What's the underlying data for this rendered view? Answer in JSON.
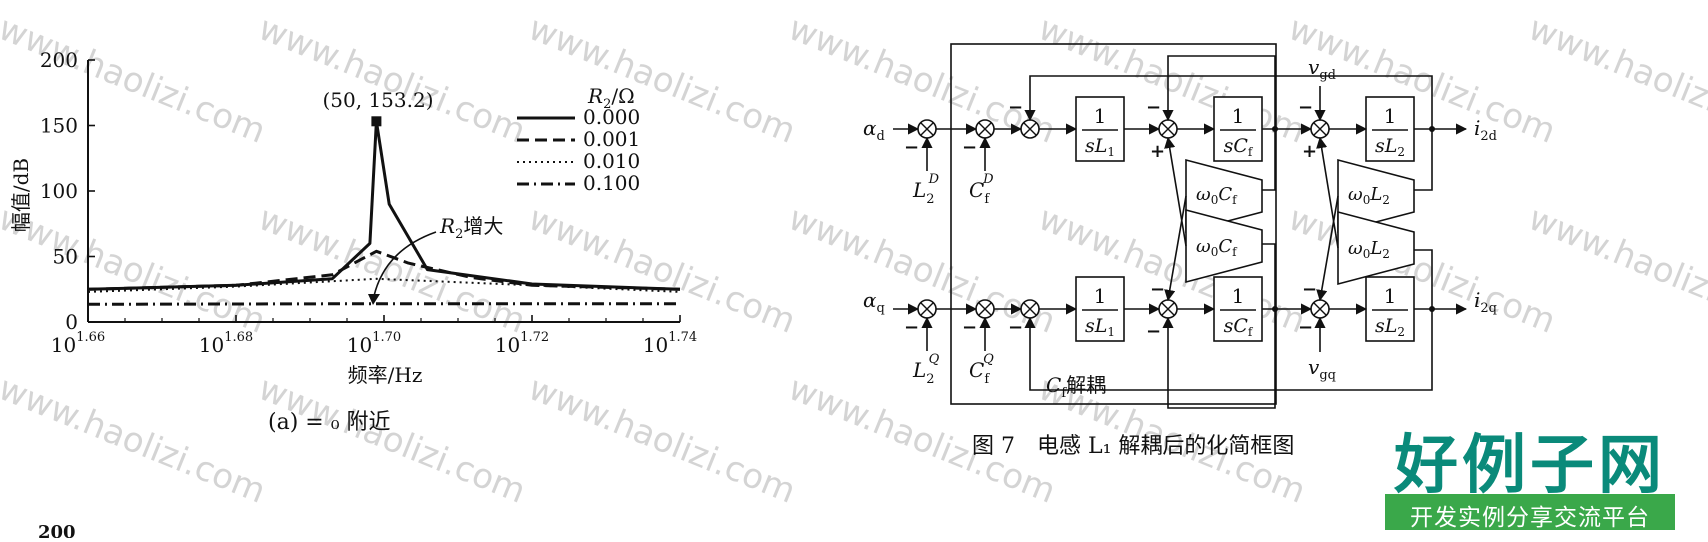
{
  "left_chart": {
    "y_axis_label": "幅值/dB",
    "x_axis_label": "频率/Hz",
    "y_ticks": [
      "0",
      "50",
      "100",
      "150",
      "200"
    ],
    "x_ticks": [
      {
        "base": "10",
        "exp": "1.66"
      },
      {
        "base": "10",
        "exp": "1.68"
      },
      {
        "base": "10",
        "exp": "1.70"
      },
      {
        "base": "10",
        "exp": "1.72"
      },
      {
        "base": "10",
        "exp": "1.74"
      }
    ],
    "peak_label": "(50, 153.2)",
    "legend_title_main": "R",
    "legend_title_sub": "2",
    "legend_title_unit": "/Ω",
    "arrow_label_main": "R",
    "arrow_label_sub": "2",
    "arrow_label_rest": "增大",
    "caption": "(a) = ₀ 附近",
    "bottom_fragment": "200"
  },
  "chart_data": {
    "type": "line",
    "xscale": "log",
    "x_unit": "Hz",
    "y_unit": "dB",
    "xlim": [
      45.7088,
      54.9541
    ],
    "ylim": [
      0,
      200
    ],
    "grid": false,
    "legend_position": "top-right",
    "series": [
      {
        "name": "0.000",
        "style": "solid",
        "x": [
          45.7088,
          47.863,
          49.3174,
          49.9,
          50.0,
          50.2,
          50.8,
          52.4807,
          54.9541
        ],
        "y": [
          25,
          28,
          33,
          60,
          153.2,
          90,
          40,
          29,
          25
        ]
      },
      {
        "name": "0.001",
        "style": "dashed",
        "x": [
          45.7088,
          47.863,
          49.3174,
          50.0,
          50.5,
          51.5,
          52.4807,
          54.9541
        ],
        "y": [
          25,
          28,
          36,
          54,
          45,
          34,
          28,
          25
        ]
      },
      {
        "name": "0.010",
        "style": "dotted",
        "x": [
          45.7088,
          47.863,
          50.0,
          52.4807,
          54.9541
        ],
        "y": [
          23,
          27,
          33,
          28,
          23
        ]
      },
      {
        "name": "0.100",
        "style": "dashdot",
        "x": [
          45.7088,
          50.0,
          54.9541
        ],
        "y": [
          13.5,
          14,
          14
        ]
      }
    ]
  },
  "right_diagram": {
    "inputs": [
      {
        "main": "α",
        "sub": "d"
      },
      {
        "main": "α",
        "sub": "q"
      }
    ],
    "outputs": [
      {
        "main": "i",
        "sub": "2d"
      },
      {
        "main": "i",
        "sub": "2q"
      }
    ],
    "v_top": {
      "main": "v",
      "sub": "gd"
    },
    "v_bottom": {
      "main": "v",
      "sub": "gq"
    },
    "ff_top": [
      {
        "main": "L",
        "sub": "2",
        "sup": "D"
      },
      {
        "main": "C",
        "sub": "f",
        "sup": "D"
      }
    ],
    "ff_bottom": [
      {
        "main": "L",
        "sub": "2",
        "sup": "Q"
      },
      {
        "main": "C",
        "sub": "f",
        "sup": "Q"
      }
    ],
    "tf_num": "1",
    "tf_den": [
      {
        "main": "sL",
        "sub": "1"
      },
      {
        "main": "sC",
        "sub": "f"
      },
      {
        "main": "sL",
        "sub": "2"
      }
    ],
    "gains": [
      {
        "main": "ω",
        "sub": "0",
        "tail": "C",
        "tail_sub": "f"
      },
      {
        "main": "ω",
        "sub": "0",
        "tail": "C",
        "tail_sub": "f"
      },
      {
        "main": "ω",
        "sub": "0",
        "tail": "L",
        "tail_sub": "2"
      },
      {
        "main": "ω",
        "sub": "0",
        "tail": "L",
        "tail_sub": "2"
      }
    ],
    "cf_decouple_main": "C",
    "cf_decouple_sub": "f",
    "cf_decouple_rest": "解耦",
    "caption": "图 7　电感 L₁ 解耦后的化简框图",
    "minus": "−",
    "plus": "+"
  },
  "watermark": {
    "text": "www.haolizi.com"
  },
  "logo": {
    "big": "好例子网",
    "sub": "开发实例分享交流平台"
  }
}
